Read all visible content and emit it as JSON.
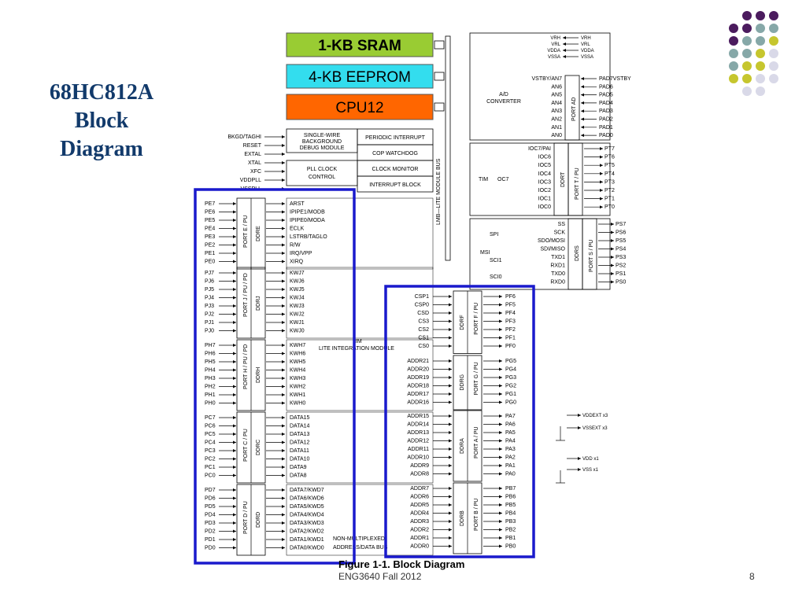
{
  "slide": {
    "title_lines": [
      "68HC812A",
      "Block",
      "Diagram"
    ],
    "footer": "ENG3640 Fall 2012",
    "page_number": "8",
    "dot_colors": [
      "#4b1b5e",
      "#86a8a8",
      "#c6c62e",
      "#d9d9e8"
    ]
  },
  "diagram": {
    "caption": "Figure 1-1. Block Diagram",
    "sram": "1-KB SRAM",
    "eeprom": "4-KB EEPROM",
    "cpu": "CPU12",
    "bus_label": "LMB—LITE MODULE BUS",
    "lim_label": "LIM",
    "lim_sublabel": "LITE INTEGRATION MODULE",
    "nonmux": "NON-MULTIPLEXED",
    "nonmux2": "ADDRESS/DATA BUS",
    "left_top_pins": [
      "BKGD/TAGHI",
      "RESET",
      "EXTAL",
      "XTAL",
      "XFC",
      "VDDPLL",
      "VSSPLL"
    ],
    "sw_debug": [
      "SINGLE-WIRE",
      "BACKGROUND",
      "DEBUG MODULE"
    ],
    "pll": [
      "PLL CLOCK",
      "CONTROL"
    ],
    "right_boxes": [
      "PERIODIC INTERRUPT",
      "COP WATCHDOG",
      "CLOCK MONITOR",
      "INTERRUPT BLOCK"
    ],
    "atd": {
      "title": [
        "A/D",
        "CONVERTER"
      ],
      "port": "PORT AD",
      "refs_in": [
        "VRH",
        "VRL",
        "VDDA",
        "VSSA"
      ],
      "refs_out": [
        "VRH",
        "VRL",
        "VDDA",
        "VSSA"
      ],
      "an": [
        "VSTBY/AN7",
        "AN6",
        "AN5",
        "AN4",
        "AN3",
        "AN2",
        "AN1",
        "AN0"
      ],
      "pad": [
        "PAD7VSTBY",
        "PAD6",
        "PAD5",
        "PAD4",
        "PAD3",
        "PAD2",
        "PAD1",
        "PAD0"
      ]
    },
    "tim": {
      "title": "TIM",
      "oc7": "OC7",
      "ddr": "DDRT",
      "port": "PORT T / PU",
      "ioc": [
        "IOC7/PAI",
        "IOC6",
        "IOC5",
        "IOC4",
        "IOC3",
        "IOC2",
        "IOC1",
        "IOC0"
      ],
      "pins": [
        "PT7",
        "PT6",
        "PT5",
        "PT4",
        "PT3",
        "PT2",
        "PT1",
        "PT0"
      ]
    },
    "spi": {
      "spi": "SPI",
      "msi": "MSI",
      "sci1": "SCI1",
      "sci0": "SCI0",
      "ddr": "DDRS",
      "port": "PORT S / PU",
      "sigs": [
        "SS",
        "SCK",
        "SDO/MOSI",
        "SDI/MISO",
        "TXD1",
        "RXD1",
        "TXD0",
        "RXD0"
      ],
      "pins": [
        "PS7",
        "PS6",
        "PS5",
        "PS4",
        "PS3",
        "PS2",
        "PS1",
        "PS0"
      ]
    },
    "port_e": {
      "ddr": "DDRE",
      "port": "PORT E / PU",
      "pins": [
        "PE7",
        "PE6",
        "PE5",
        "PE4",
        "PE3",
        "PE2",
        "PE1",
        "PE0"
      ],
      "sigs": [
        "ARST",
        "IPIPE1/MODB",
        "IPIPE0/MODA",
        "ECLK",
        "LSTRB/TAGLO",
        "R/W",
        "IRQ/VPP",
        "XIRQ"
      ]
    },
    "port_j": {
      "ddr": "DDRJ",
      "port": "PORT J / PU / PD",
      "pins": [
        "PJ7",
        "PJ6",
        "PJ5",
        "PJ4",
        "PJ3",
        "PJ2",
        "PJ1",
        "PJ0"
      ],
      "sigs": [
        "KWJ7",
        "KWJ6",
        "KWJ5",
        "KWJ4",
        "KWJ3",
        "KWJ2",
        "KWJ1",
        "KWJ0"
      ]
    },
    "port_h": {
      "ddr": "DDRH",
      "port": "PORT H / PU / PD",
      "pins": [
        "PH7",
        "PH6",
        "PH5",
        "PH4",
        "PH3",
        "PH2",
        "PH1",
        "PH0"
      ],
      "sigs": [
        "KWH7",
        "KWH6",
        "KWH5",
        "KWH4",
        "KWH3",
        "KWH2",
        "KWH1",
        "KWH0"
      ]
    },
    "port_c": {
      "ddr": "DDRC",
      "port": "PORT C / PU",
      "pins": [
        "PC7",
        "PC6",
        "PC5",
        "PC4",
        "PC3",
        "PC2",
        "PC1",
        "PC0"
      ],
      "sigs": [
        "DATA15",
        "DATA14",
        "DATA13",
        "DATA12",
        "DATA11",
        "DATA10",
        "DATA9",
        "DATA8"
      ]
    },
    "port_d": {
      "ddr": "DDRD",
      "port": "PORT D / PU",
      "pins": [
        "PD7",
        "PD6",
        "PD5",
        "PD4",
        "PD3",
        "PD2",
        "PD1",
        "PD0"
      ],
      "sigs": [
        "DATA7/KWD7",
        "DATA6/KWD6",
        "DATA5/KWD5",
        "DATA4/KWD4",
        "DATA3/KWD3",
        "DATA2/KWD2",
        "DATA1/KWD1",
        "DATA0/KWD0"
      ]
    },
    "port_f": {
      "ddr": "DDRF",
      "port": "PORT F / PU",
      "sigs": [
        "CSP1",
        "CSP0",
        "CSD",
        "CS3",
        "CS2",
        "CS1",
        "CS0"
      ],
      "pins": [
        "PF6",
        "PF5",
        "PF4",
        "PF3",
        "PF2",
        "PF1",
        "PF0"
      ]
    },
    "port_g": {
      "ddr": "DDRG",
      "port": "PORT G / PU",
      "sigs": [
        "ADDR21",
        "ADDR20",
        "ADDR19",
        "ADDR18",
        "ADDR17",
        "ADDR16"
      ],
      "pins": [
        "PG5",
        "PG4",
        "PG3",
        "PG2",
        "PG1",
        "PG0"
      ]
    },
    "port_a": {
      "ddr": "DDRA",
      "port": "PORT A / PU",
      "sigs": [
        "ADDR15",
        "ADDR14",
        "ADDR13",
        "ADDR12",
        "ADDR11",
        "ADDR10",
        "ADDR9",
        "ADDR8"
      ],
      "pins": [
        "PA7",
        "PA6",
        "PA5",
        "PA4",
        "PA3",
        "PA2",
        "PA1",
        "PA0"
      ]
    },
    "port_b": {
      "ddr": "DDRB",
      "port": "PORT B / PU",
      "sigs": [
        "ADDR7",
        "ADDR6",
        "ADDR5",
        "ADDR4",
        "ADDR3",
        "ADDR2",
        "ADDR1",
        "ADDR0"
      ],
      "pins": [
        "PB7",
        "PB6",
        "PB5",
        "PB4",
        "PB3",
        "PB2",
        "PB1",
        "PB0"
      ]
    },
    "power": [
      "VDDEXT x3",
      "VSSEXT x3",
      "VDD x1",
      "VSS x1"
    ],
    "colors": {
      "sram": "#99cc33",
      "eeprom": "#33ddee",
      "cpu": "#ff6600",
      "highlight": "#1a1acc"
    }
  }
}
